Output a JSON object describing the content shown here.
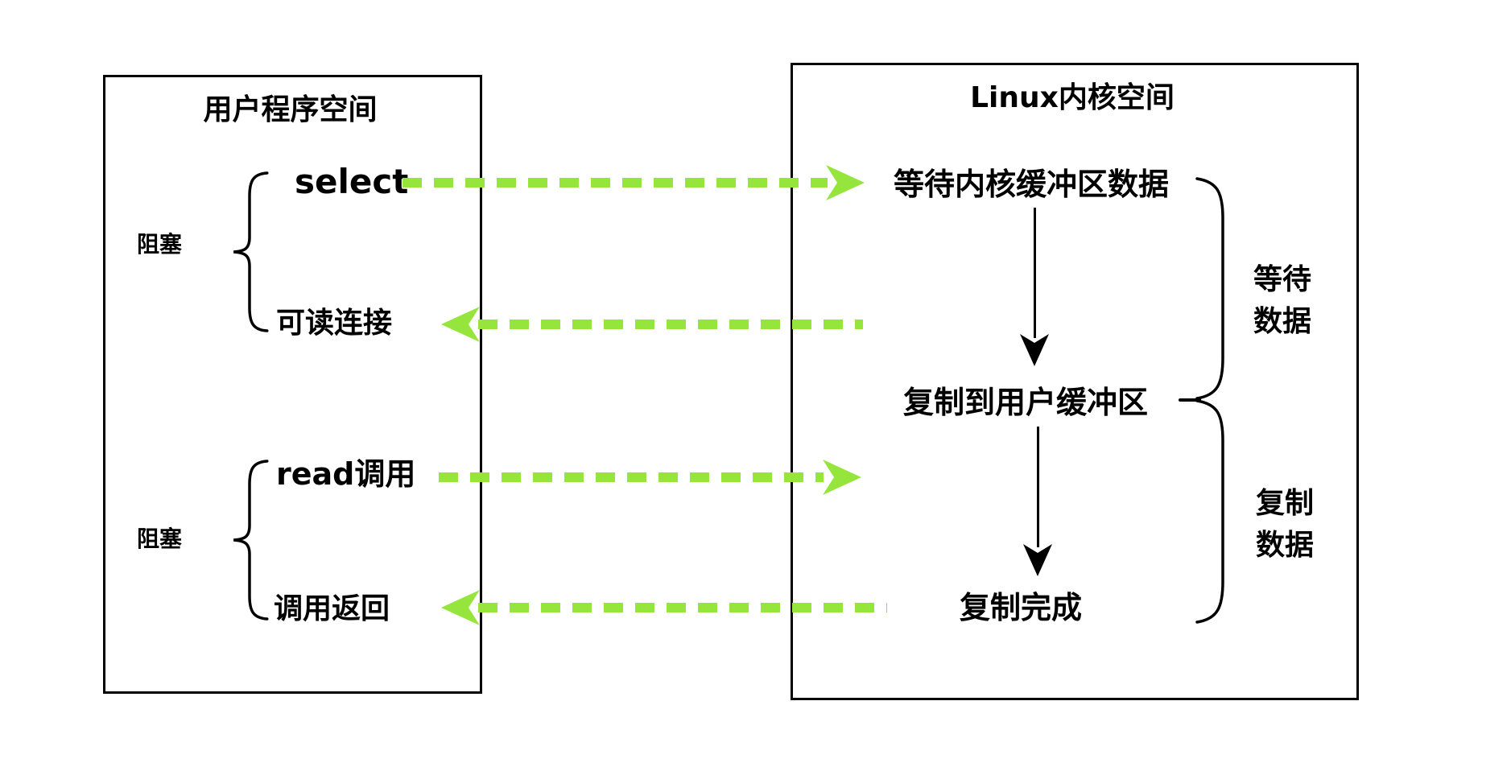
{
  "user_space": {
    "title": "用户程序空间",
    "blocking_label_1": "阻塞",
    "blocking_label_2": "阻塞",
    "select_label": "select",
    "readable_connection_label": "可读连接",
    "read_call_label": "read调用",
    "call_return_label": "调用返回"
  },
  "kernel_space": {
    "title": "Linux内核空间",
    "wait_kernel_buffer_label": "等待内核缓冲区数据",
    "copy_to_user_buffer_label": "复制到用户缓冲区",
    "copy_complete_label": "复制完成"
  },
  "side_annotations": {
    "wait_data": {
      "line1": "等待",
      "line2": "数据"
    },
    "copy_data": {
      "line1": "复制",
      "line2": "数据"
    }
  },
  "colors": {
    "arrow_green": "#95E53C",
    "line_black": "#000000"
  }
}
